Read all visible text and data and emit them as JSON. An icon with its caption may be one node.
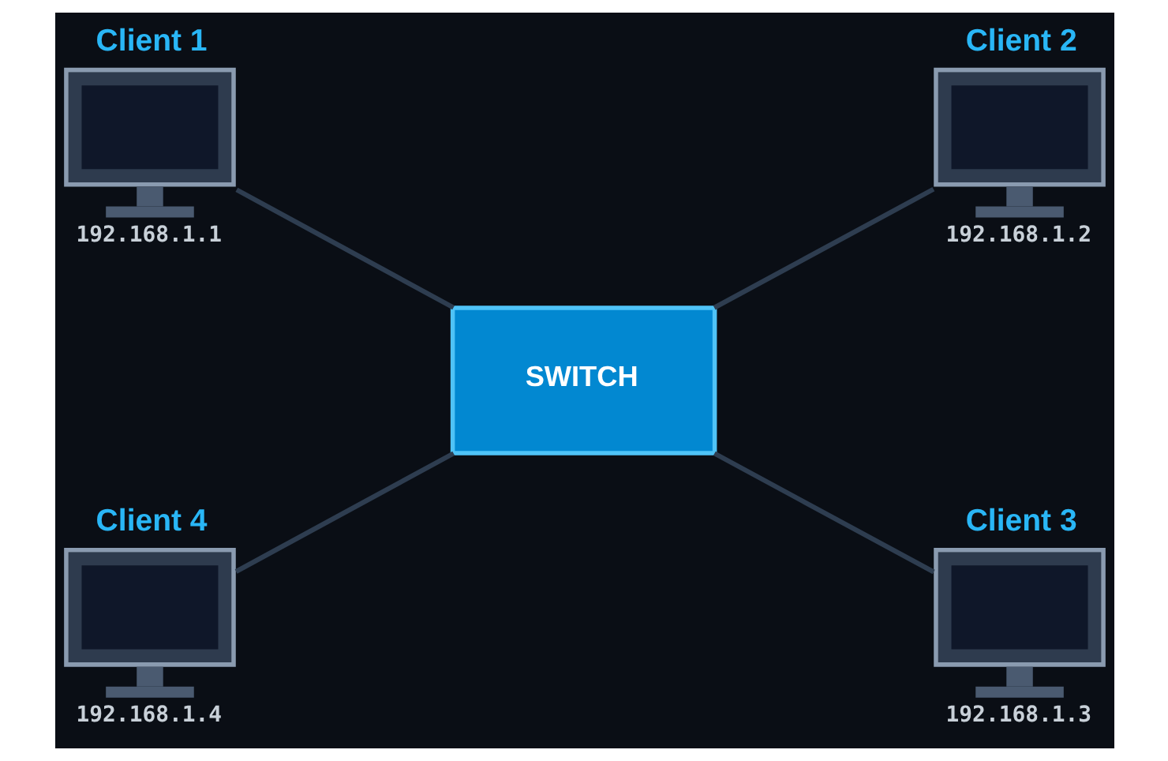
{
  "diagram": {
    "nodes": [
      {
        "text": [
          "Client 1"
        ],
        "beside": [
          "192.168.1.1"
        ]
      },
      {
        "text": [
          "Client 2"
        ],
        "beside": [
          "192.168.1.2"
        ]
      },
      {
        "text": [
          "SWITCH"
        ]
      },
      {
        "text": [
          "Client 4"
        ],
        "beside": [
          "192.168.1.4"
        ]
      },
      {
        "text": [
          "Client 3"
        ],
        "beside": [
          "192.168.1.3"
        ]
      }
    ],
    "edges": [
      {
        "from": 0,
        "to": 2,
        "arrow": "none"
      },
      {
        "from": 1,
        "to": 2,
        "arrow": "none"
      },
      {
        "from": 2,
        "to": 3,
        "arrow": "none"
      },
      {
        "from": 2,
        "to": 4,
        "arrow": "none"
      }
    ]
  }
}
